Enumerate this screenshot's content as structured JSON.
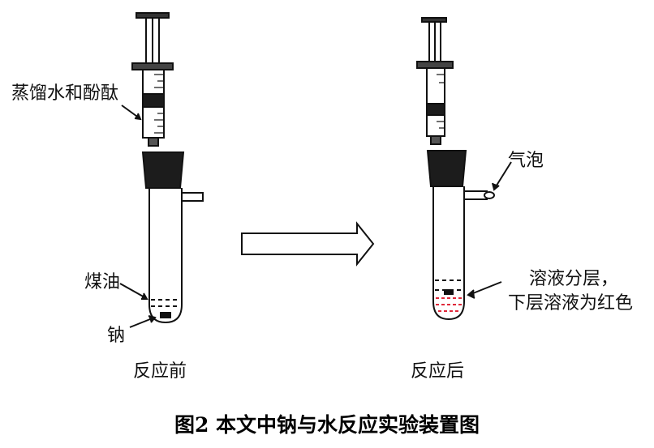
{
  "left_setup": {
    "labels": {
      "water_phenolphthalein": "蒸馏水和酚酞",
      "kerosene": "煤油",
      "sodium": "钠"
    },
    "caption": "反应前"
  },
  "arrow": {
    "direction": "right"
  },
  "right_setup": {
    "labels": {
      "bubble": "气泡",
      "layered_line1": "溶液分层，",
      "layered_line2": "下层溶液为红色"
    },
    "caption": "反应后"
  },
  "figure_caption": "图2 本文中钠与水反应实验装置图",
  "colors": {
    "red_solution": "#e0283a",
    "stopper": "#1c1c1c",
    "ink": "#111111"
  }
}
